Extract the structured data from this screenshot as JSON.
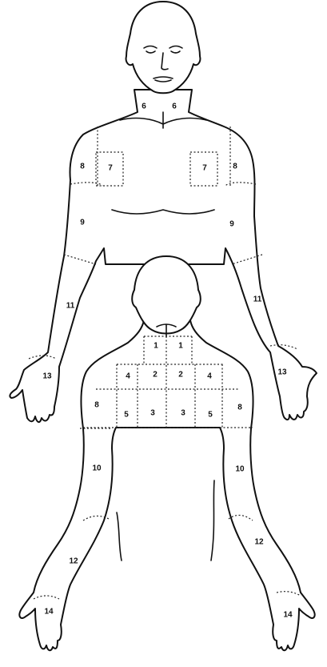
{
  "diagram": {
    "front_labels": {
      "neck_left": "6",
      "neck_right": "6",
      "shoulder_left": "8",
      "shoulder_right": "8",
      "chest_left": "7",
      "chest_right": "7",
      "upper_arm_left": "9",
      "upper_arm_right": "9",
      "forearm_left": "11",
      "forearm_right": "11",
      "hand_left": "13",
      "hand_right": "13"
    },
    "back_labels": {
      "neck_left": "1",
      "neck_right": "1",
      "upper_row": [
        "4",
        "2",
        "2",
        "4"
      ],
      "shoulder_left": "8",
      "shoulder_right": "8",
      "lower_row": [
        "5",
        "3",
        "3",
        "5"
      ],
      "upper_arm_left": "10",
      "upper_arm_right": "10",
      "forearm_left": "12",
      "forearm_right": "12",
      "hand_left": "14",
      "hand_right": "14"
    }
  }
}
